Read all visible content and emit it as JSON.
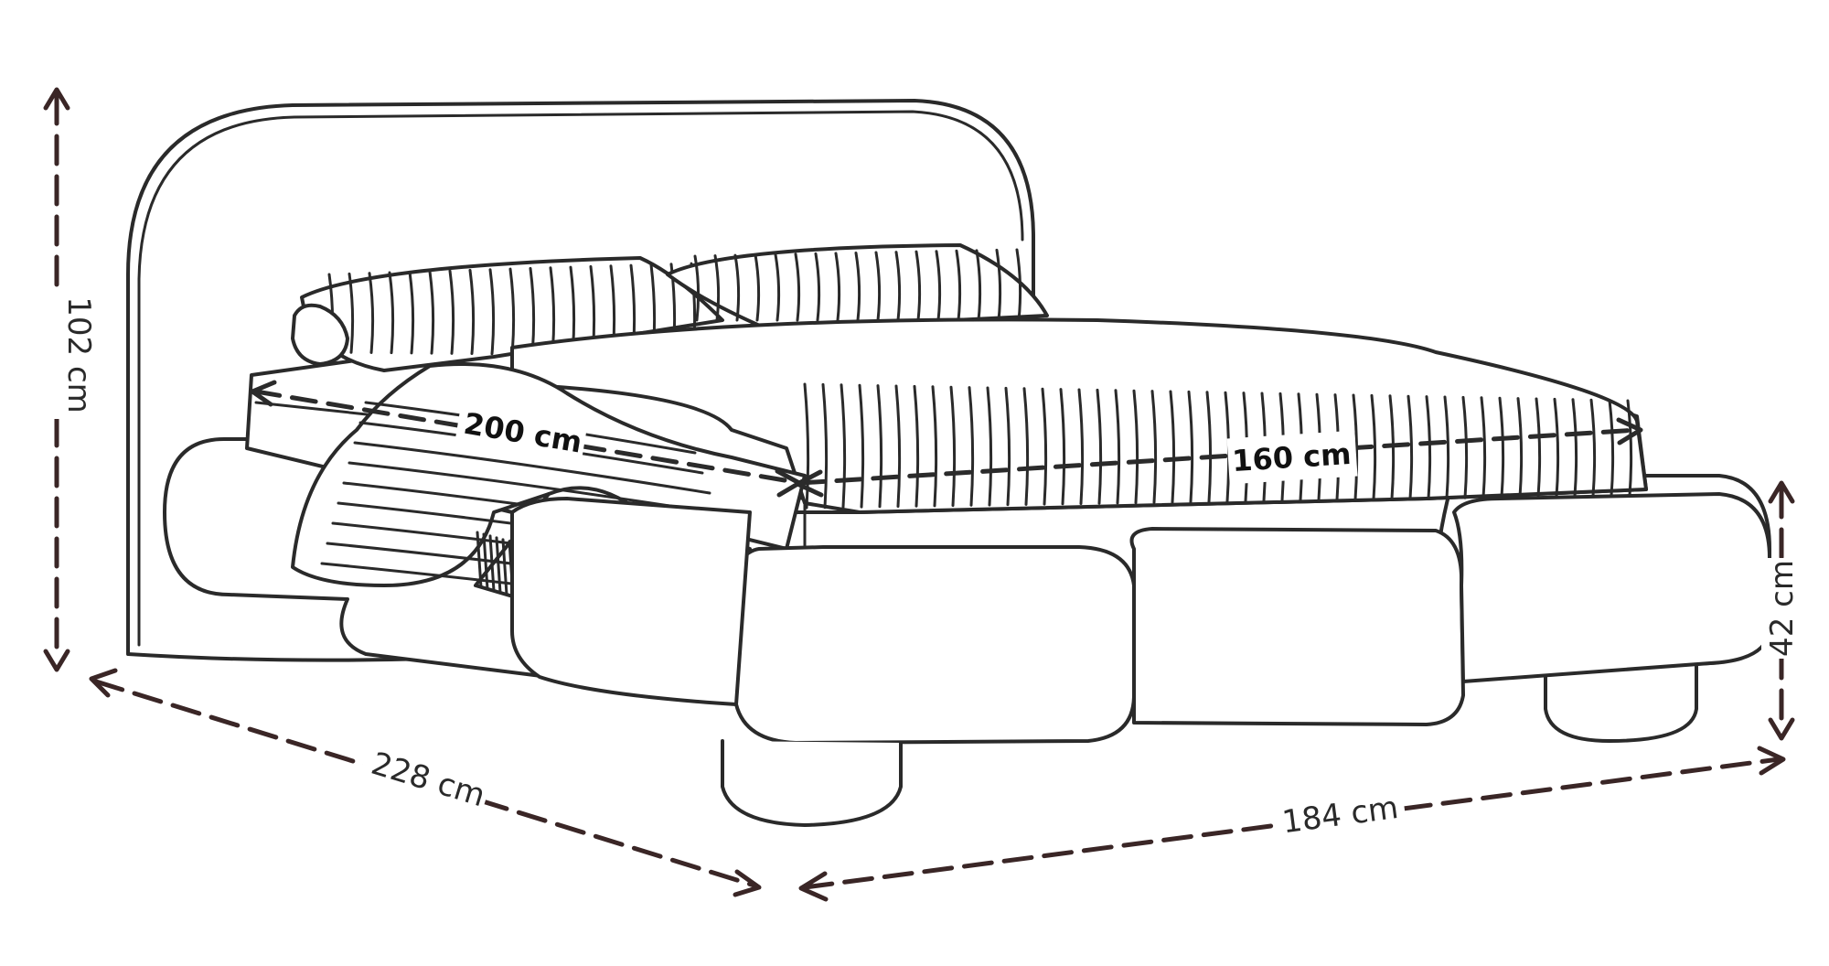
{
  "dimensions": {
    "height": "102 cm",
    "length": "228 cm",
    "width": "184 cm",
    "seat_height": "42 cm",
    "mattress_length": "200 cm",
    "mattress_width": "160 cm"
  },
  "colors": {
    "outline": "#2a2a2a",
    "dimension_line": "#3a2626",
    "background": "#ffffff"
  }
}
